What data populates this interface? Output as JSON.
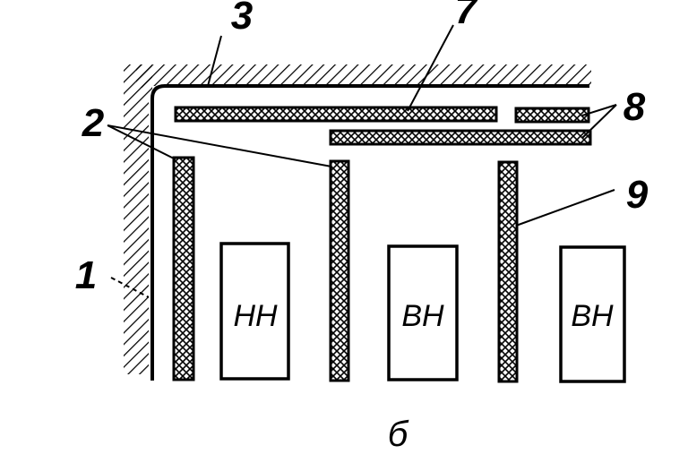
{
  "diagram": {
    "labels": {
      "n1": "1",
      "n2": "2",
      "n3": "3",
      "n7": "7",
      "n8": "8",
      "n9": "9"
    },
    "windings": [
      "НН",
      "ВН",
      "ВН"
    ],
    "caption": "б",
    "colors": {
      "ink": "#000000",
      "paper": "#ffffff"
    }
  }
}
